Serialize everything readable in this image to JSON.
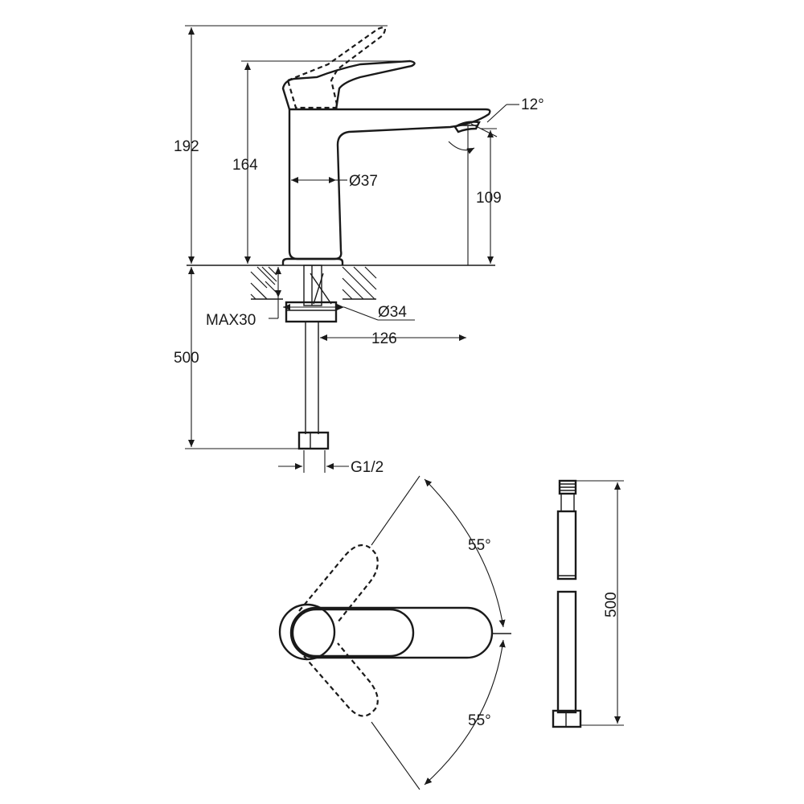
{
  "dimensions": {
    "overall_height": "192",
    "body_height": "164",
    "body_diameter": "Ø37",
    "angle_spout": "12°",
    "spout_height": "109",
    "max_deck_thickness": "MAX30",
    "mount_diameter": "Ø34",
    "spout_reach": "126",
    "hose_length_side": "500",
    "thread": "G1/2",
    "handle_angle_up": "55°",
    "handle_angle_down": "55°",
    "hose_length_detail": "500"
  },
  "colors": {
    "line": "#1a1a1a",
    "background": "#ffffff"
  }
}
